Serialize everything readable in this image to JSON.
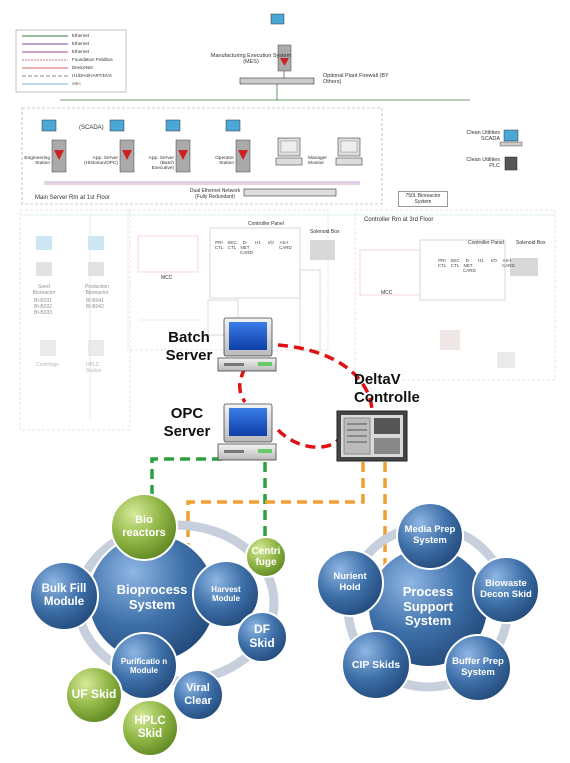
{
  "legend": {
    "items": [
      {
        "label": "Ethernet",
        "color": "#3a7d3a"
      },
      {
        "label": "Ethernet",
        "color": "#7a4ea3"
      },
      {
        "label": "Ethernet",
        "color": "#a74b8a"
      },
      {
        "label": "Foundation Fieldbus",
        "color": "#c07a7a"
      },
      {
        "label": "DeviceNet",
        "color": "#d06060"
      },
      {
        "label": "H1/DH4/HART/DVS",
        "color": "#888888"
      },
      {
        "label": "AS-i",
        "color": "#7ab4d8"
      }
    ]
  },
  "top": {
    "mes_label": "Manufacturing Execution System (MES)",
    "firewall_label": "Optional Plant Firewall (BY Others)"
  },
  "server_room": {
    "title": "Main Server Rm at 1st Floor",
    "scada_label": "(SCADA)",
    "stations": [
      {
        "label": "Engineering Station"
      },
      {
        "label": "App. Server (Historian/OPC)"
      },
      {
        "label": "App. Server (Batch Executive)"
      },
      {
        "label": "Operator Station"
      },
      {
        "label": "Manager Monitor"
      }
    ],
    "network_label": "Dual Ethernet Network (Fully Redundant)"
  },
  "right_side": {
    "clean_scada": "Clean Utilities SCADA",
    "clean_plc": "Clean Utilities PLC",
    "bioreactor_system": "750L Bioreactor System",
    "controller_rm_3rd": "Controller Rm at 3rd Floor"
  },
  "controller_panel": {
    "panel_label": "Controller Panel",
    "solenoid_label": "Solenoid Box",
    "mcc_label": "MCC",
    "cards": [
      "PRI CTL",
      "SEC CTL",
      "D-NET CARD",
      "H1",
      "I/O",
      "AS-I CARD"
    ]
  },
  "left_ghost": {
    "seed": "Seed Bioreactor",
    "seed_tags": "BI-B031 BI-B032 BI-B033",
    "production": "Production Bioreactor",
    "production_tags": "BI-B041 BI-B042",
    "centrifuge": "Centrifuge",
    "hplc": "HPLC Station"
  },
  "main_labels": {
    "batch_server": "Batch Server",
    "opc_server": "OPC Server",
    "deltav": "DeltaV Controlle"
  },
  "bioprocess": {
    "center": "Bioprocess System",
    "satellites": [
      {
        "key": "bioreactors",
        "label": "Bio reactors",
        "color": "green"
      },
      {
        "key": "harvest",
        "label": "Harvest Module",
        "color": "blue"
      },
      {
        "key": "purification",
        "label": "Purificatio n Module",
        "color": "blue"
      },
      {
        "key": "bulk_fill",
        "label": "Bulk Fill Module",
        "color": "blue"
      }
    ],
    "extras": [
      {
        "key": "centrifuge",
        "label": "Centri fuge",
        "color": "green"
      },
      {
        "key": "df_skid",
        "label": "DF Skid",
        "color": "blue"
      },
      {
        "key": "viral_clear",
        "label": "Viral Clear",
        "color": "blue"
      },
      {
        "key": "uf_skid",
        "label": "UF Skid",
        "color": "green"
      },
      {
        "key": "hplc_skid",
        "label": "HPLC Skid",
        "color": "green"
      }
    ]
  },
  "process_support": {
    "center": "Process Support System",
    "satellites": [
      {
        "key": "media_prep",
        "label": "Media Prep System"
      },
      {
        "key": "biowaste",
        "label": "Biowaste Decon Skid"
      },
      {
        "key": "buffer_prep",
        "label": "Buffer Prep System"
      },
      {
        "key": "cip",
        "label": "CIP Skids"
      },
      {
        "key": "nurient",
        "label": "Nurient Hold"
      }
    ]
  },
  "colors": {
    "blue_dark": "#2f5f94",
    "blue_light": "#6e9bd0",
    "green_dark": "#6f9a2a",
    "green_light": "#b5d46c",
    "ring": "#c7cfdd",
    "red_link": "#e01010",
    "green_link": "#2aa040",
    "orange_link": "#f0a030"
  }
}
